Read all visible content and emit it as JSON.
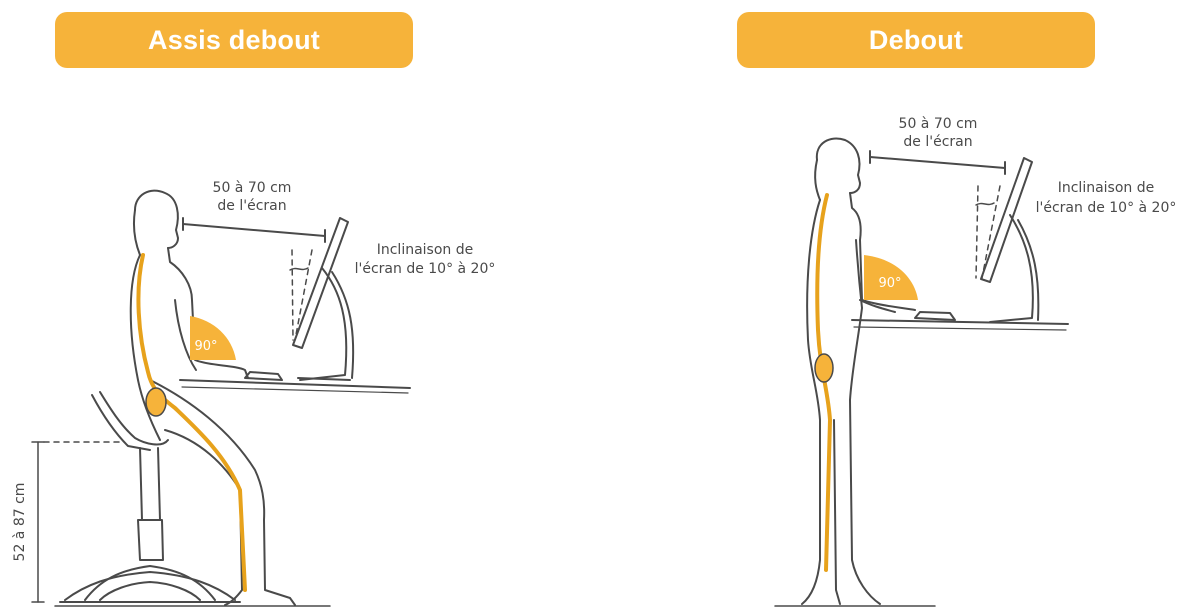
{
  "headers": {
    "left": "Assis debout",
    "right": "Debout"
  },
  "left_panel": {
    "distance_line1": "50 à 70 cm",
    "distance_line2": "de l'écran",
    "tilt_line1": "Inclinaison de",
    "tilt_line2": "l'écran de 10° à 20°",
    "angle": "90°",
    "seat_height": "52 à 87 cm"
  },
  "right_panel": {
    "distance_line1": "50 à 70 cm",
    "distance_line2": "de l'écran",
    "tilt_line1": "Inclinaison de",
    "tilt_line2": "l'écran de 10° à 20°",
    "angle": "90°"
  },
  "colors": {
    "accent": "#f6b33a",
    "spine": "#e7a21c",
    "outline": "#4a4a4a"
  }
}
